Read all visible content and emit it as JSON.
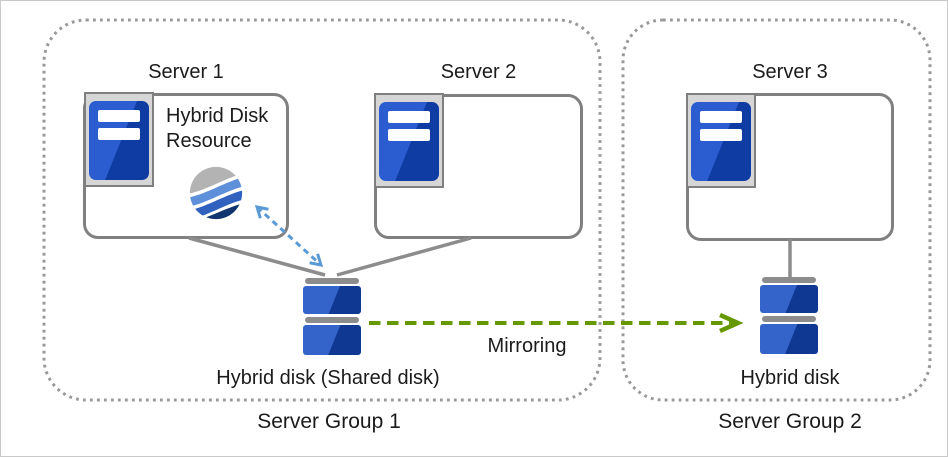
{
  "diagram": {
    "groups": [
      {
        "label": "Server Group 1",
        "servers": [
          {
            "label": "Server 1"
          },
          {
            "label": "Server 2"
          }
        ],
        "disk_label": "Hybrid disk (Shared disk)"
      },
      {
        "label": "Server Group 2",
        "servers": [
          {
            "label": "Server 3"
          }
        ],
        "disk_label": "Hybrid disk"
      }
    ],
    "hybrid_disk_resource_label": "Hybrid Disk Resource",
    "mirroring_label": "Mirroring",
    "colors": {
      "server_blue_light": "#2b5cd0",
      "server_blue_dark": "#0f3ca3",
      "disk_blue_light": "#3463c9",
      "disk_blue_dark": "#0f3893",
      "icon_frame_gray": "#d6d6d6",
      "box_border_gray": "#808080",
      "connector_gray": "#8c8c8c",
      "group_border_gray": "#999999",
      "arrow_blue": "#5b9bd5",
      "arrow_green": "#669900",
      "globe_gray": "#b3b3b3",
      "globe_blue_light": "#5e8fd9",
      "globe_blue_mid": "#3161be",
      "globe_blue_dark": "#0f3470"
    }
  }
}
